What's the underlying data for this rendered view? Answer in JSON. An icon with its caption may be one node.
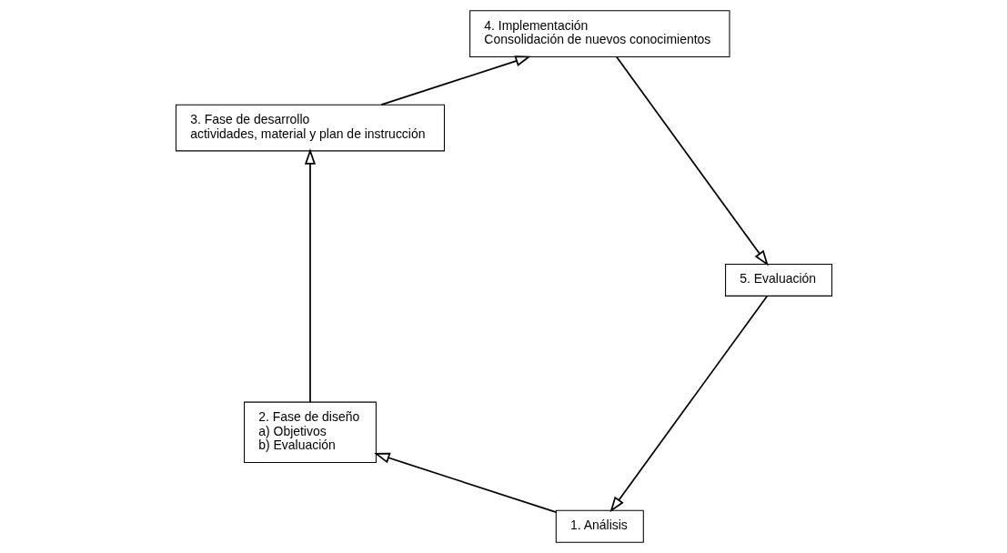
{
  "diagram": {
    "nodes": [
      {
        "text": [
          "1. Análisis"
        ]
      },
      {
        "text": [
          "2. Fase de diseño",
          "a) Objetivos",
          "b) Evaluación"
        ]
      },
      {
        "text": [
          "3. Fase de desarrollo",
          "actividades, material y plan de instrucción"
        ]
      },
      {
        "text": [
          "4. Implementación",
          "Consolidación de nuevos conocimientos"
        ]
      },
      {
        "text": [
          "5. Evaluación"
        ]
      }
    ],
    "edges": [
      {
        "from": 0,
        "to": 1,
        "arrow": "to"
      },
      {
        "from": 1,
        "to": 2,
        "arrow": "to"
      },
      {
        "from": 2,
        "to": 3,
        "arrow": "to"
      },
      {
        "from": 3,
        "to": 4,
        "arrow": "to"
      },
      {
        "from": 4,
        "to": 0,
        "arrow": "to"
      }
    ]
  }
}
